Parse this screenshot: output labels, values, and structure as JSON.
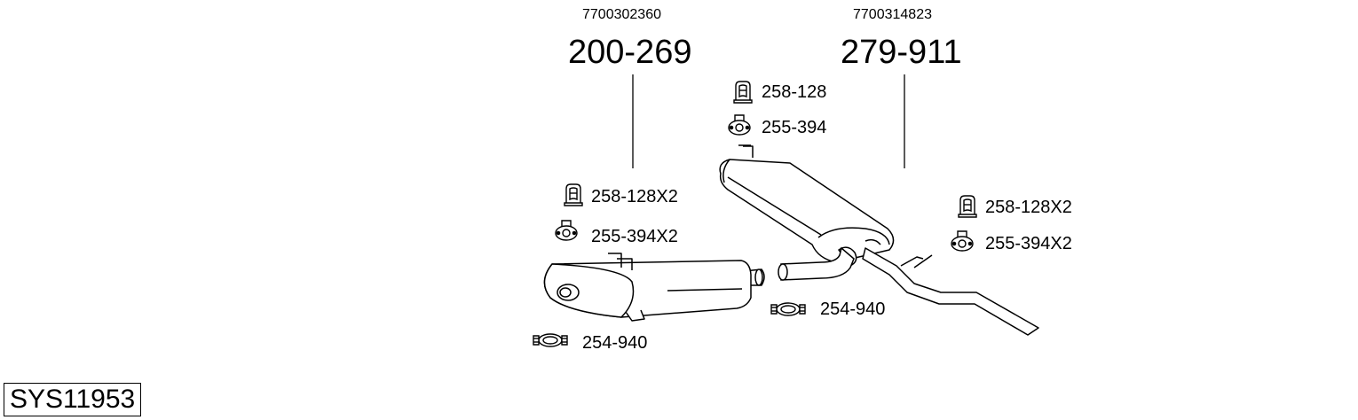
{
  "system_code": "SYS11953",
  "parts": [
    {
      "oe_number": "7700302360",
      "part_number": "200-269"
    },
    {
      "oe_number": "7700314823",
      "part_number": "279-911"
    }
  ],
  "accessories": [
    {
      "icon": "rubber-hanger-icon",
      "label": "258-128"
    },
    {
      "icon": "mounting-ring-icon",
      "label": "255-394"
    },
    {
      "icon": "rubber-hanger-icon",
      "label": "258-128X2"
    },
    {
      "icon": "mounting-ring-icon",
      "label": "255-394X2"
    },
    {
      "icon": "pipe-clamp-icon",
      "label": "254-940"
    },
    {
      "icon": "rubber-hanger-icon",
      "label": "258-128X2"
    },
    {
      "icon": "mounting-ring-icon",
      "label": "255-394X2"
    },
    {
      "icon": "pipe-clamp-icon",
      "label": "254-940"
    }
  ]
}
